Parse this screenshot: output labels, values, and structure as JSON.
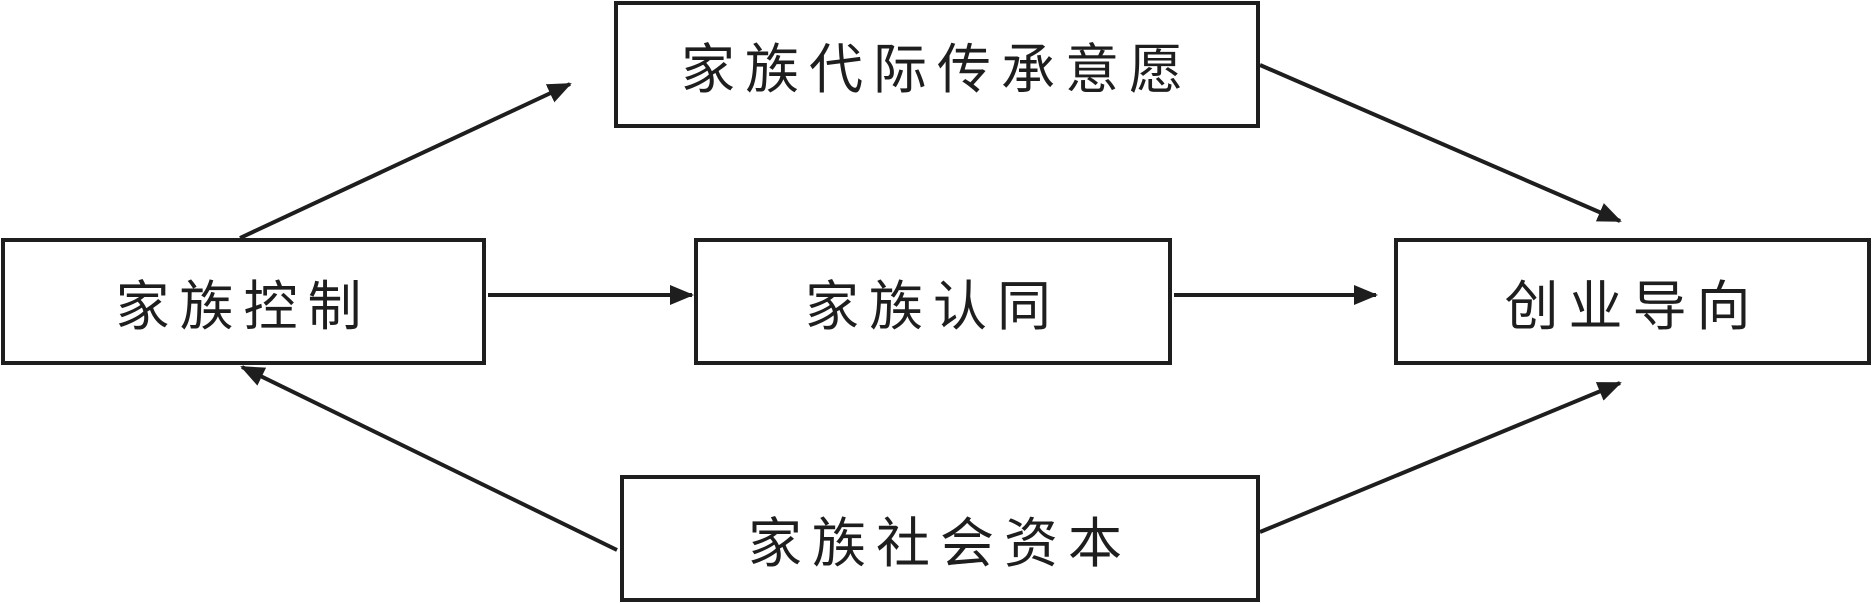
{
  "diagram": {
    "nodes": {
      "top": "家族代际传承意愿",
      "left": "家族控制",
      "mid": "家族认同",
      "right": "创业导向",
      "bottom": "家族社会资本"
    },
    "edges": [
      {
        "from": "left",
        "to": "top"
      },
      {
        "from": "top",
        "to": "right"
      },
      {
        "from": "left",
        "to": "mid"
      },
      {
        "from": "mid",
        "to": "right"
      },
      {
        "from": "bottom",
        "to": "left"
      },
      {
        "from": "bottom",
        "to": "right"
      }
    ],
    "colors": {
      "stroke": "#1e1e1e",
      "background": "#ffffff"
    }
  }
}
